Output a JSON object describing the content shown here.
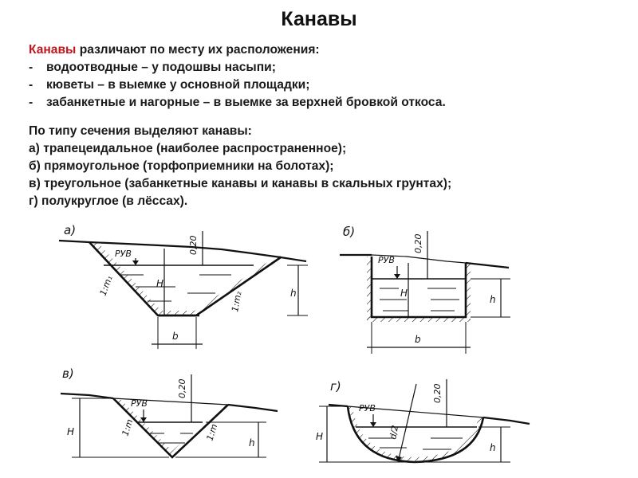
{
  "page": {
    "title": "Канавы",
    "intro": {
      "accent_word": "Канавы",
      "rest": " различают по месту их расположения:"
    },
    "location_bullets": [
      "водоотводные – у подошвы насыпи;",
      "кюветы – в выемке у основной площадки;",
      "забанкетные и нагорные – в выемке за верхней бровкой откоса."
    ],
    "bullet_marker": "-",
    "section_types_title": "По типу сечения выделяют канавы:",
    "section_types": [
      "а) трапецеидальное (наиболее распространенное);",
      "б) прямоугольное (торфоприемники на болотах);",
      "в) треугольное (забанкетные канавы и канавы в скальных грунтах);",
      "г) полукруглое (в лёссах)."
    ],
    "accent_color": "#c0171f"
  },
  "figures": {
    "a": {
      "letter": "а)",
      "water_level": "РУВ",
      "freeboard": "0,20",
      "depth_H": "H",
      "depth_h": "h",
      "width": "b",
      "slope_left": "1:m₁",
      "slope_right": "1:m₂"
    },
    "b": {
      "letter": "б)",
      "water_level": "РУВ",
      "freeboard": "0,20",
      "depth_H": "H",
      "depth_h": "h",
      "width": "b"
    },
    "c": {
      "letter": "в)",
      "water_level": "РУВ",
      "freeboard": "0,20",
      "depth_H": "H",
      "depth_h": "h",
      "slope_left": "1:m",
      "slope_right": "1:m"
    },
    "d": {
      "letter": "г)",
      "water_level": "РУВ",
      "freeboard": "0,20",
      "depth_H": "H",
      "depth_h": "h",
      "radius": "d/2"
    }
  }
}
